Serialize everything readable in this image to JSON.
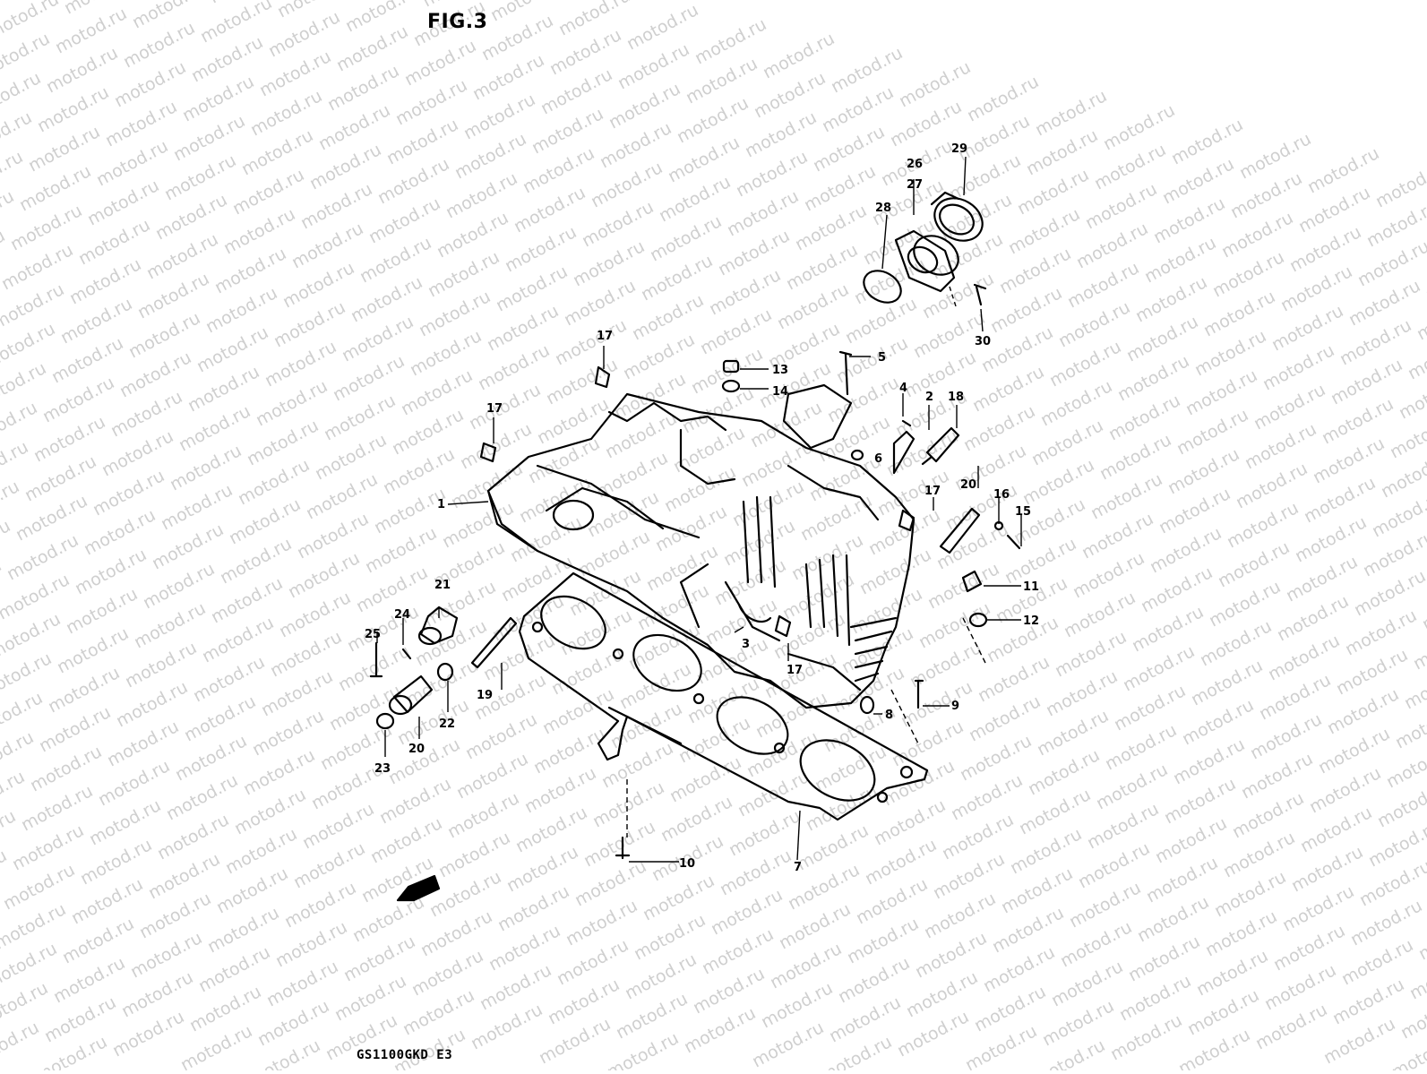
{
  "figure": {
    "title": "FIG.3",
    "model_code": "GS1100GKD E3",
    "watermark": "motod.ru"
  },
  "callouts": [
    {
      "id": "c1",
      "text": "1"
    },
    {
      "id": "c2",
      "text": "2"
    },
    {
      "id": "c3",
      "text": "3"
    },
    {
      "id": "c4",
      "text": "4"
    },
    {
      "id": "c5",
      "text": "5"
    },
    {
      "id": "c6",
      "text": "6"
    },
    {
      "id": "c7",
      "text": "7"
    },
    {
      "id": "c8",
      "text": "8"
    },
    {
      "id": "c9",
      "text": "9"
    },
    {
      "id": "c10",
      "text": "10"
    },
    {
      "id": "c11",
      "text": "11"
    },
    {
      "id": "c12",
      "text": "12"
    },
    {
      "id": "c13",
      "text": "13"
    },
    {
      "id": "c14",
      "text": "14"
    },
    {
      "id": "c15",
      "text": "15"
    },
    {
      "id": "c16",
      "text": "16"
    },
    {
      "id": "c17a",
      "text": "17"
    },
    {
      "id": "c17b",
      "text": "17"
    },
    {
      "id": "c17c",
      "text": "17"
    },
    {
      "id": "c17d",
      "text": "17"
    },
    {
      "id": "c18",
      "text": "18"
    },
    {
      "id": "c19",
      "text": "19"
    },
    {
      "id": "c20a",
      "text": "20"
    },
    {
      "id": "c20b",
      "text": "20"
    },
    {
      "id": "c21",
      "text": "21"
    },
    {
      "id": "c22",
      "text": "22"
    },
    {
      "id": "c23",
      "text": "23"
    },
    {
      "id": "c24",
      "text": "24"
    },
    {
      "id": "c25",
      "text": "25"
    },
    {
      "id": "c26",
      "text": "26"
    },
    {
      "id": "c27",
      "text": "27"
    },
    {
      "id": "c28",
      "text": "28"
    },
    {
      "id": "c29",
      "text": "29"
    },
    {
      "id": "c30",
      "text": "30"
    }
  ],
  "colors": {
    "ink": "#000000",
    "paper": "#ffffff",
    "watermark": "#cfcfcf"
  }
}
